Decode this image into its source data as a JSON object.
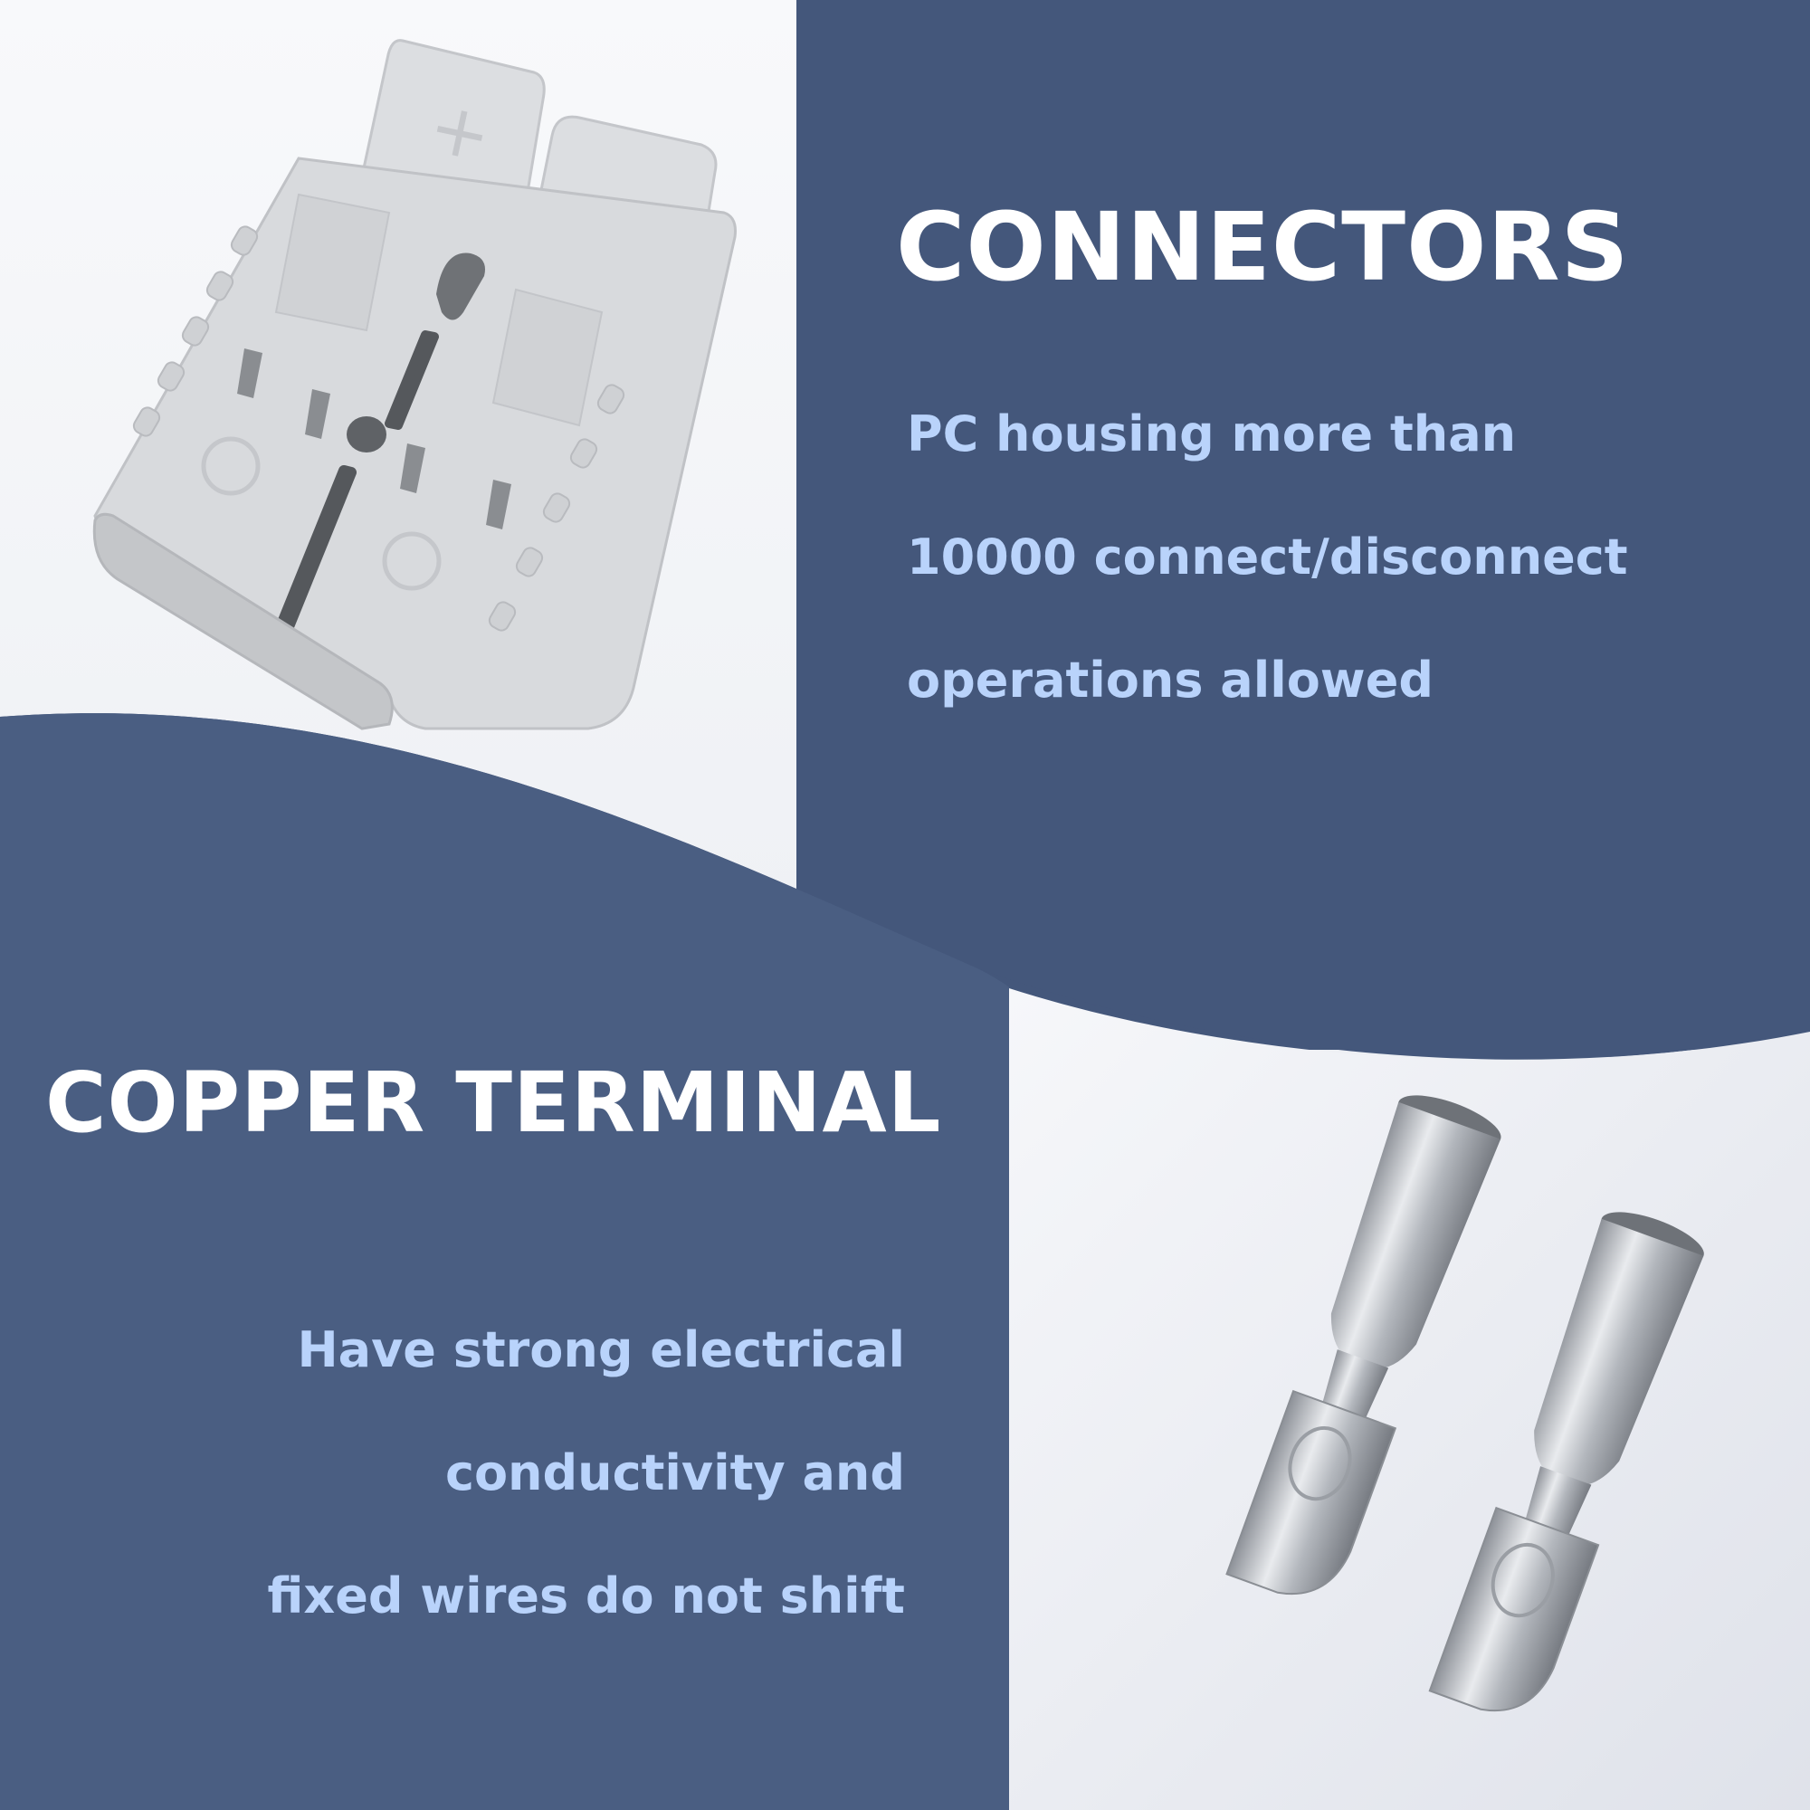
{
  "colors": {
    "navy": "#465a7e",
    "light_bg": "#eceef3",
    "heading_text": "#ffffff",
    "body_text": "#b9d3fb",
    "connector_gray": "#d7d9dc",
    "metal": "#b7bcc3"
  },
  "connectors": {
    "heading": "CONNECTORS",
    "lines": [
      "PC housing more than",
      "10000 connect/disconnect",
      "operations allowed"
    ]
  },
  "copper_terminal": {
    "heading": "COPPER TERMINAL",
    "lines": [
      "Have strong electrical",
      "conductivity and",
      "fixed wires do not shift"
    ]
  },
  "images": {
    "connector": "gray-connector-housing-icon",
    "terminals": "copper-terminal-pair-icon"
  }
}
